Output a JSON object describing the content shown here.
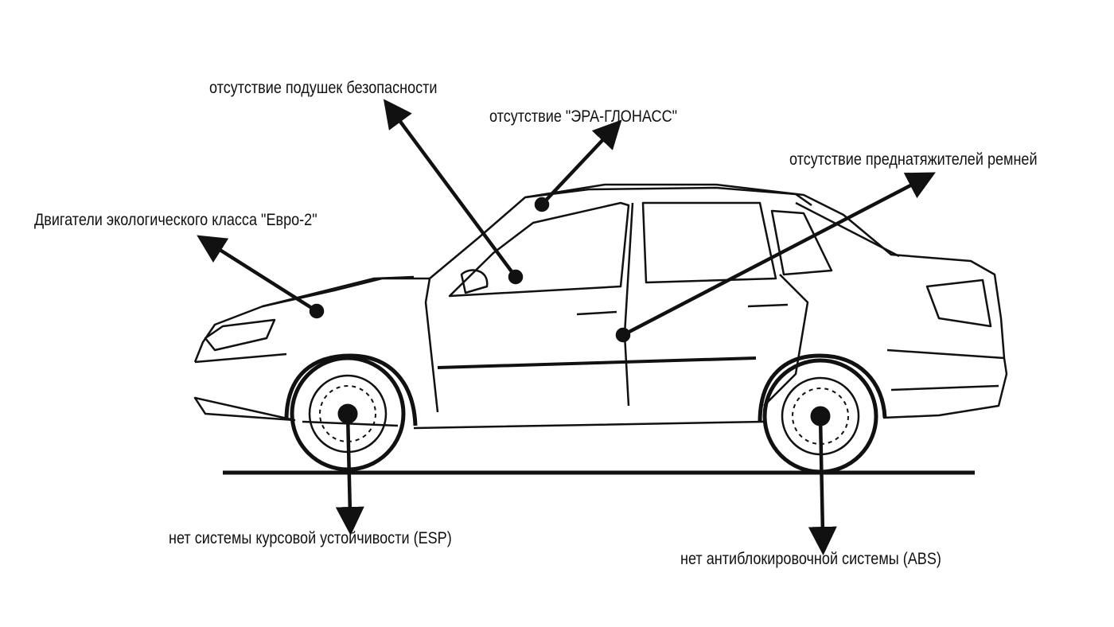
{
  "labels": {
    "airbags": "отсутствие подушек безопасности",
    "era_glonass": "отсутствие \"ЭРА-ГЛОНАСС\"",
    "pretensioners": "отсутствие преднатяжителей ремней",
    "engine": "Двигатели экологического класса \"Евро-2\"",
    "esp": "нет системы курсовой устойчивости (ESP)",
    "abs": "нет антиблокировочной системы (ABS)"
  },
  "colors": {
    "line": "#111111",
    "background": "#ffffff"
  }
}
